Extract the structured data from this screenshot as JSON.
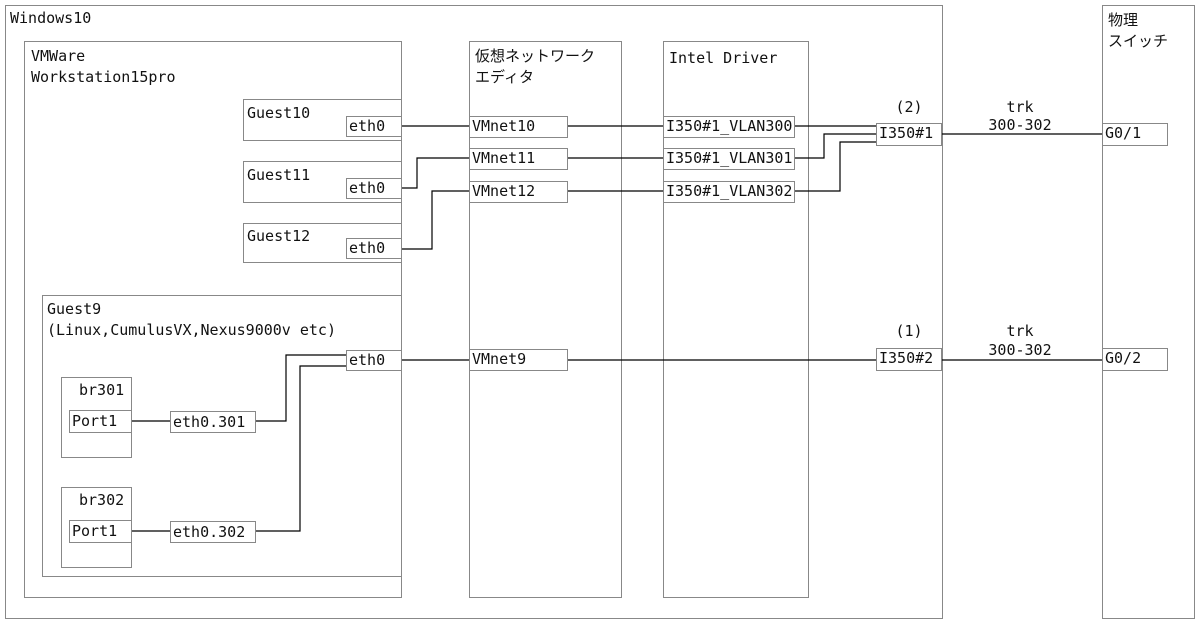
{
  "windows": {
    "label": "Windows10"
  },
  "vmware": {
    "line1": "VMWare",
    "line2": "Workstation15pro"
  },
  "guests": {
    "g10": {
      "label": "Guest10",
      "port": "eth0"
    },
    "g11": {
      "label": "Guest11",
      "port": "eth0"
    },
    "g12": {
      "label": "Guest12",
      "port": "eth0"
    },
    "g9": {
      "label": "Guest9",
      "sublabel": "(Linux,CumulusVX,Nexus9000v etc)",
      "port": "eth0"
    }
  },
  "bridges": {
    "br301": {
      "label": "br301",
      "port": "Port1",
      "iface": "eth0.301"
    },
    "br302": {
      "label": "br302",
      "port": "Port1",
      "iface": "eth0.302"
    }
  },
  "vnet_editor": {
    "title_line1": "仮想ネットワーク",
    "title_line2": "エディタ",
    "nets": [
      "VMnet10",
      "VMnet11",
      "VMnet12",
      "VMnet9"
    ]
  },
  "intel_driver": {
    "title": "Intel Driver",
    "vlans": [
      "I350#1_VLAN300",
      "I350#1_VLAN301",
      "I350#1_VLAN302"
    ]
  },
  "nics": {
    "nic1": {
      "label": "I350#1",
      "marker": "(2)"
    },
    "nic2": {
      "label": "I350#2",
      "marker": "(1)"
    }
  },
  "trunks": {
    "t1": {
      "line1": "trk",
      "line2": "300-302"
    },
    "t2": {
      "line1": "trk",
      "line2": "300-302"
    }
  },
  "physical_switch": {
    "title_line1": "物理",
    "title_line2": "スイッチ",
    "ports": [
      "G0/1",
      "G0/2"
    ]
  }
}
